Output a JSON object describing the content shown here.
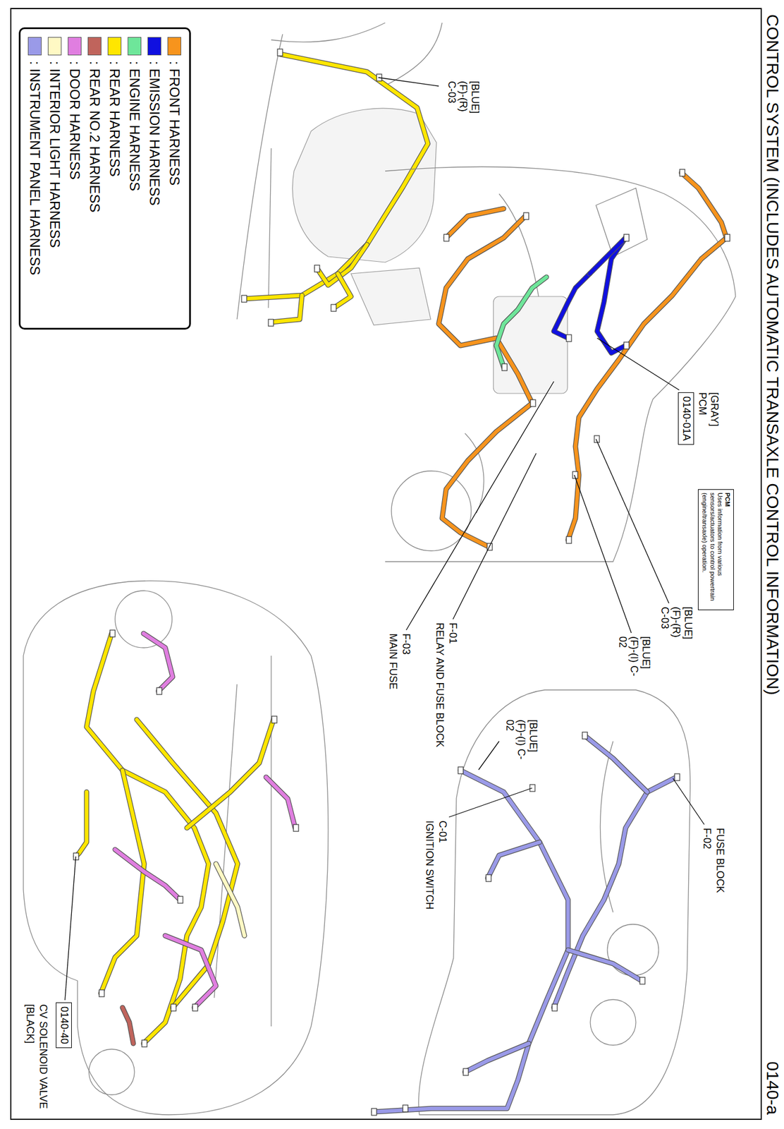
{
  "diagram": {
    "title": "CONTROL SYSTEM (INCLUDES AUTOMATIC TRANSAXLE CONTROL INFORMATION)",
    "nodes": [
      {
        "text": [
          "0140-01A"
        ]
      },
      {
        "text": [
          "PCM",
          "Uses information from various sensors/actuators to control powertrain (engine/transaxle) operation."
        ]
      },
      {
        "text": [
          "0140-40"
        ]
      }
    ],
    "labels": [
      "0140-a",
      "[BLUE] (F)-(R) C-03",
      "[GRAY] PCM",
      "[BLUE] (F)-(R) C-03",
      "[BLUE] (F)-(I) C-02",
      "F-03",
      "MAIN FUSE",
      "F-01",
      "RELAY AND FUSE BLOCK",
      "[BLUE] (F)-(I) C-02",
      "FUSE BLOCK",
      "F-02",
      "C-01",
      "IGNITION SWITCH",
      "CV SOLENOID VALVE",
      "[BLACK]"
    ],
    "legend": [
      {
        "text": ": FRONT HARNESS",
        "color": "#f7941d"
      },
      {
        "text": ": EMISSION HARNESS",
        "color": "#1010e0"
      },
      {
        "text": ": ENGINE HARNESS",
        "color": "#6ee69a"
      },
      {
        "text": ": REAR HARNESS",
        "color": "#ffe600"
      },
      {
        "text": ": REAR NO.2 HARNESS",
        "color": "#c0645c"
      },
      {
        "text": ": DOOR HARNESS",
        "color": "#e07ee0"
      },
      {
        "text": ": INTERIOR LIGHT HARNESS",
        "color": "#fff9c4"
      },
      {
        "text": ": INSTRUMENT PANEL HARNESS",
        "color": "#9a9ae8"
      }
    ]
  }
}
